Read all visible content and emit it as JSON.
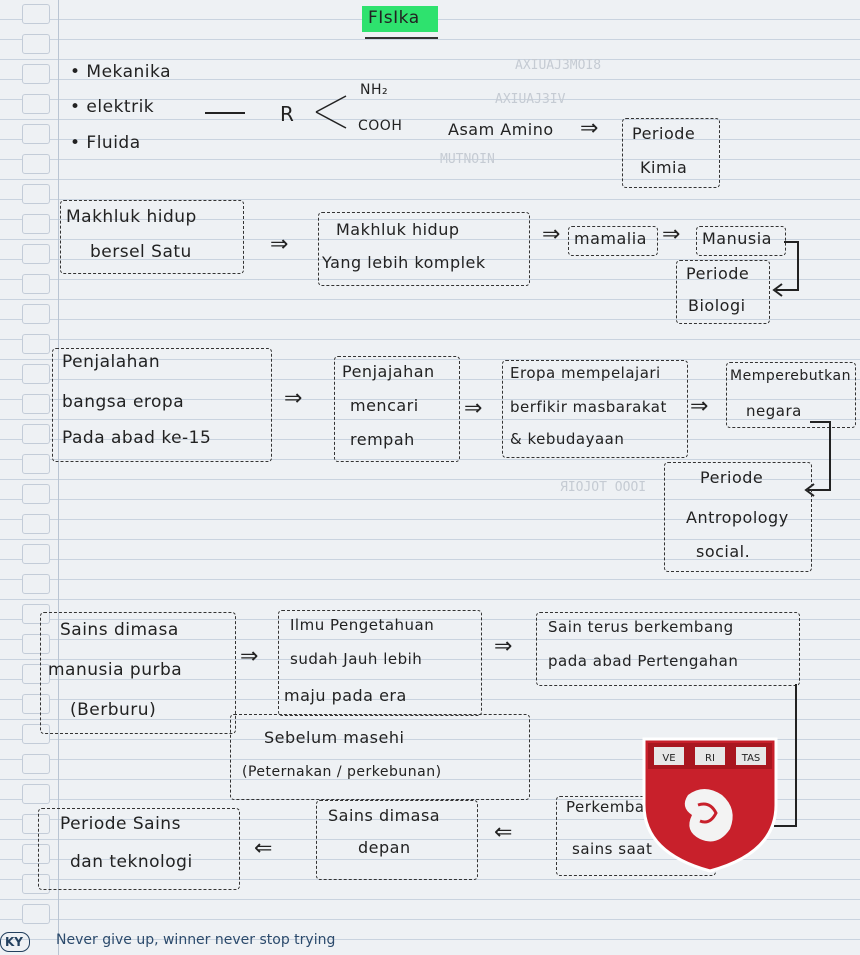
{
  "title": "FIsIka",
  "physics_topics": [
    "• Mekanika",
    "• elektrik",
    "• Fluida"
  ],
  "amino": {
    "group_top": "NH₂",
    "r_label": "R",
    "group_bottom": "COOH",
    "label": "Asam Amino",
    "period_1": "Periode",
    "period_2": "Kimia"
  },
  "row2": {
    "box1": [
      "Makhluk hidup",
      "bersel Satu"
    ],
    "box2": [
      "Makhluk hidup",
      "Yang lebih komplek"
    ],
    "box3": "mamalia",
    "box4": "Manusia",
    "period": [
      "Periode",
      "Biologi"
    ]
  },
  "row3": {
    "box1": [
      "Penjalahan",
      "bangsa eropa",
      "Pada abad ke-15"
    ],
    "box2": [
      "Penjajahan",
      "mencari",
      "rempah"
    ],
    "box3": [
      "Eropa mempelajari",
      "berfikir masbarakat",
      "& kebudayaan"
    ],
    "box4": [
      "Memperebutkan",
      "negara"
    ],
    "period": [
      "Periode",
      "Antropology",
      "social."
    ]
  },
  "row4": {
    "box1": [
      "Sains dimasa",
      "manusia purba",
      "(Berburu)"
    ],
    "box2": [
      "Ilmu Pengetahuan",
      "sudah Jauh lebih",
      "maju pada era",
      "Sebelum masehi",
      "(Peternakan / perkebunan)"
    ],
    "box3": [
      "Sain terus berkembang",
      "pada abad Pertengahan"
    ]
  },
  "row5": {
    "box1": [
      "Periode Sains",
      "dan teknologi"
    ],
    "box2": [
      "Sains dimasa",
      "depan"
    ],
    "box3": [
      "Perkembangan",
      "sains saat"
    ]
  },
  "arrows": {
    "double_right": "⇒",
    "double_left": "⇐"
  },
  "shield": {
    "letters": [
      "VE",
      "RI",
      "TAS"
    ],
    "color": "#c8202b"
  },
  "footer": {
    "badge": "KY",
    "motto": "Never give up, winner never stop trying"
  }
}
